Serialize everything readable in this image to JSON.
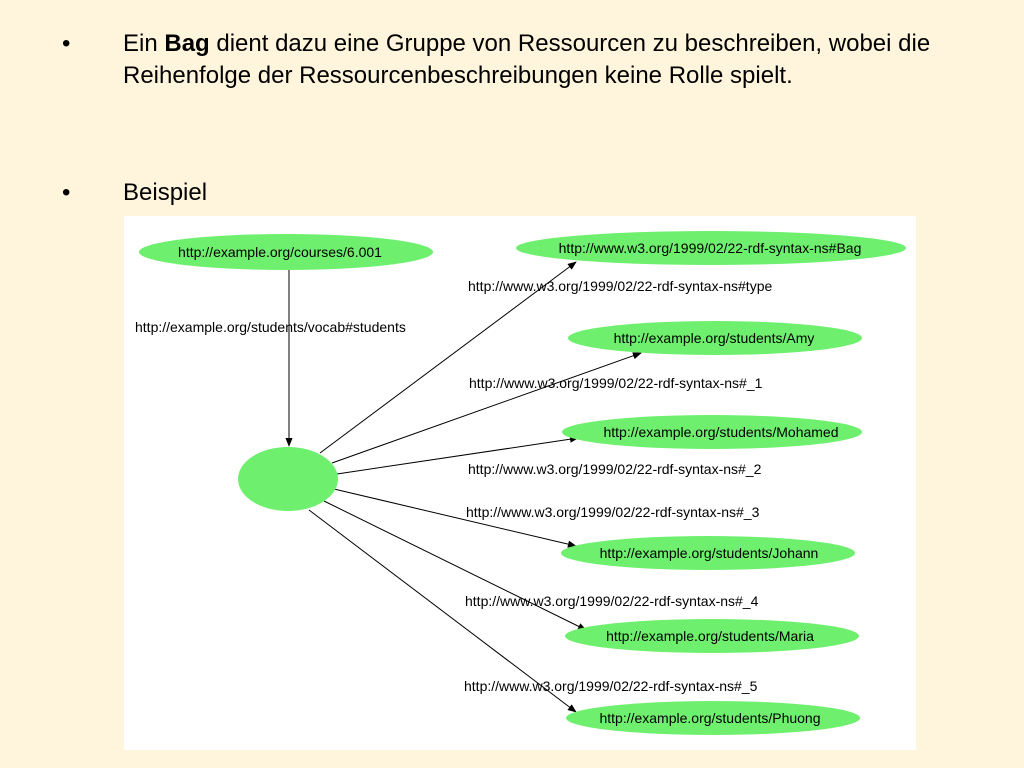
{
  "bullets": [
    {
      "symbol": "•",
      "prefix": "Ein ",
      "bold": "Bag",
      "suffix": " dient dazu eine Gruppe von Ressourcen zu beschreiben, wobei die Reihenfolge der Ressourcenbeschreibungen keine Rolle spielt."
    },
    {
      "symbol": "•",
      "text": "Beispiel"
    }
  ],
  "diagram": {
    "colors": {
      "node_fill": "#6ef06e",
      "edge": "#000000",
      "background": "#ffffff"
    },
    "nodes": {
      "course": "http://example.org/courses/6.001",
      "bag_type": "http://www.w3.org/1999/02/22-rdf-syntax-ns#Bag",
      "amy": "http://example.org/students/Amy",
      "mohamed": "http://example.org/students/Mohamed",
      "johann": "http://example.org/students/Johann",
      "maria": "http://example.org/students/Maria",
      "phuong": "http://example.org/students/Phuong",
      "blank": ""
    },
    "edges": {
      "students": "http://example.org/students/vocab#students",
      "type": "http://www.w3.org/1999/02/22-rdf-syntax-ns#type",
      "m1": "http://www.w3.org/1999/02/22-rdf-syntax-ns#_1",
      "m2": "http://www.w3.org/1999/02/22-rdf-syntax-ns#_2",
      "m3": "http://www.w3.org/1999/02/22-rdf-syntax-ns#_3",
      "m4": "http://www.w3.org/1999/02/22-rdf-syntax-ns#_4",
      "m5": "http://www.w3.org/1999/02/22-rdf-syntax-ns#_5"
    }
  }
}
